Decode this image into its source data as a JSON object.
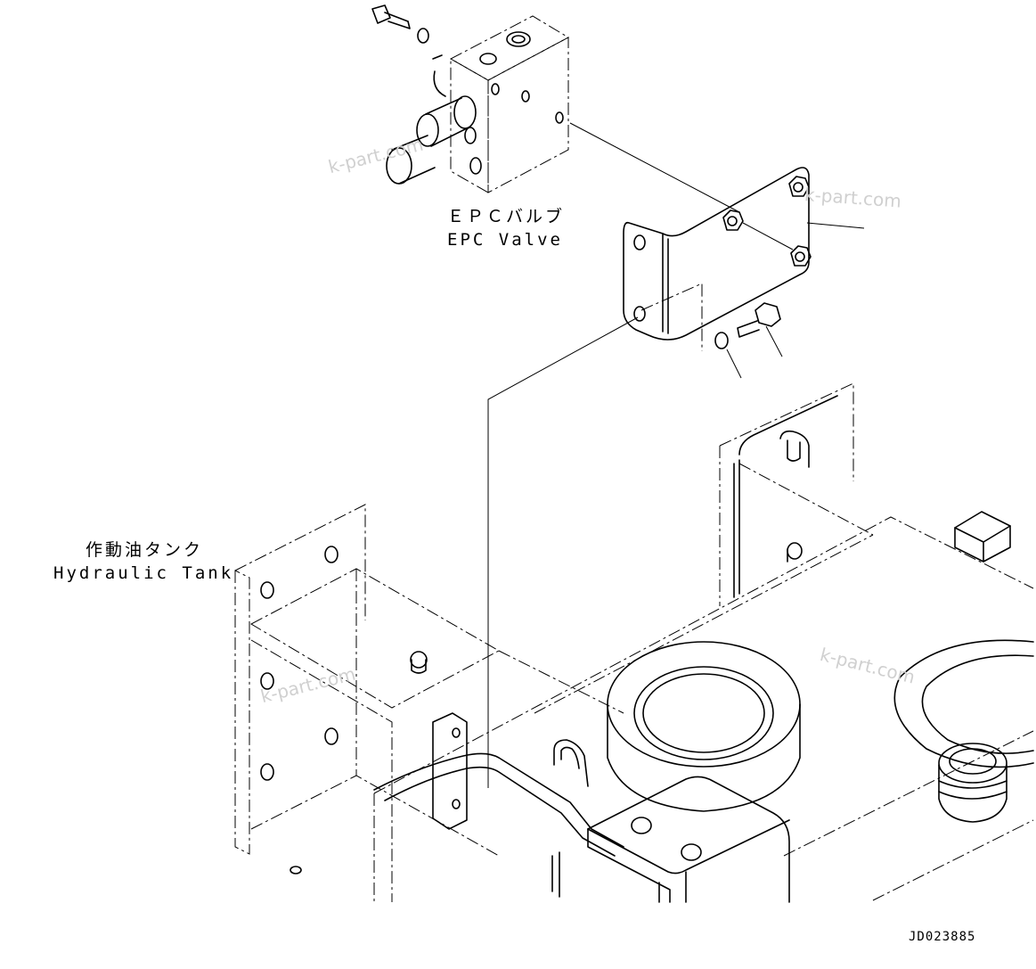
{
  "labels": {
    "epc_valve_ja": "ＥＰＣバルブ",
    "epc_valve_en": "EPC Valve",
    "hydraulic_tank_ja": "作動油タンク",
    "hydraulic_tank_en": "Hydraulic Tank",
    "drawing_code": "JD023885"
  },
  "watermarks": {
    "text": "k-part.com"
  }
}
